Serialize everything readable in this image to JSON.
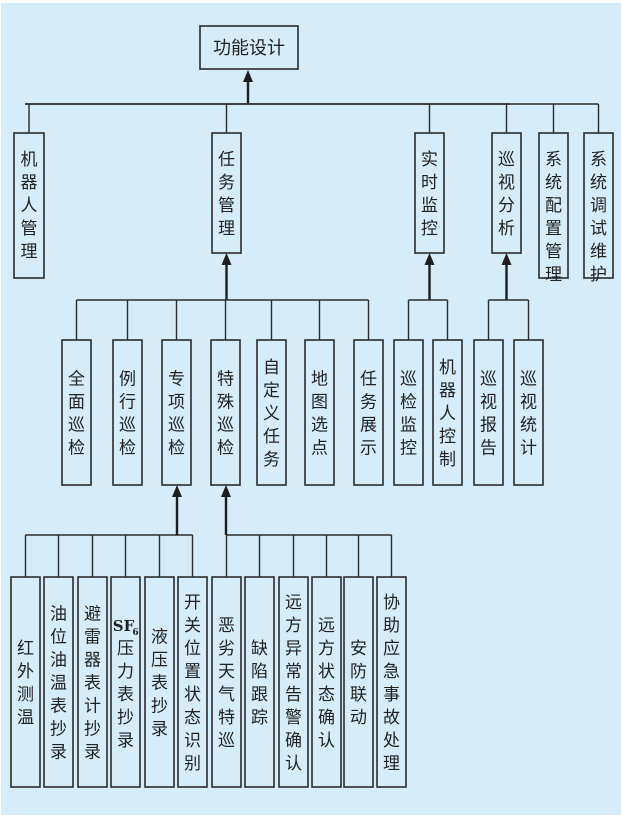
{
  "diagram": {
    "type": "hierarchy",
    "root": {
      "label": "功能设计"
    },
    "level1": [
      {
        "label": "机器人管理"
      },
      {
        "label": "任务管理"
      },
      {
        "label": "实时监控"
      },
      {
        "label": "巡视分析"
      },
      {
        "label": "系统配置管理"
      },
      {
        "label": "系统调试维护"
      }
    ],
    "task_management_children": [
      {
        "label": "全面巡检"
      },
      {
        "label": "例行巡检"
      },
      {
        "label": "专项巡检"
      },
      {
        "label": "特殊巡检"
      },
      {
        "label": "自定义任务"
      },
      {
        "label": "地图选点"
      },
      {
        "label": "任务展示"
      }
    ],
    "realtime_monitor_children": [
      {
        "label": "巡检监控"
      },
      {
        "label": "机器人控制"
      }
    ],
    "patrol_analysis_children": [
      {
        "label": "巡视报告"
      },
      {
        "label": "巡视统计"
      }
    ],
    "special_inspection_children": [
      {
        "label": "红外测温"
      },
      {
        "label": "油位油温表抄录"
      },
      {
        "label": "避雷器表计抄录"
      },
      {
        "label": "SF6压力表抄录",
        "prefix": "SF",
        "subscript": "6",
        "rest": "压力表抄录"
      },
      {
        "label": "液压表抄录"
      },
      {
        "label": "开关位置状态识别"
      }
    ],
    "extraordinary_inspection_children": [
      {
        "label": "恶劣天气特巡"
      },
      {
        "label": "缺陷跟踪"
      },
      {
        "label": "远方异常告警确认"
      },
      {
        "label": "远方状态确认"
      },
      {
        "label": "安防联动"
      },
      {
        "label": "协助应急事故处理"
      }
    ]
  },
  "colors": {
    "background": "#d6ecf9",
    "line": "#2b2b2b",
    "text": "#222222"
  }
}
